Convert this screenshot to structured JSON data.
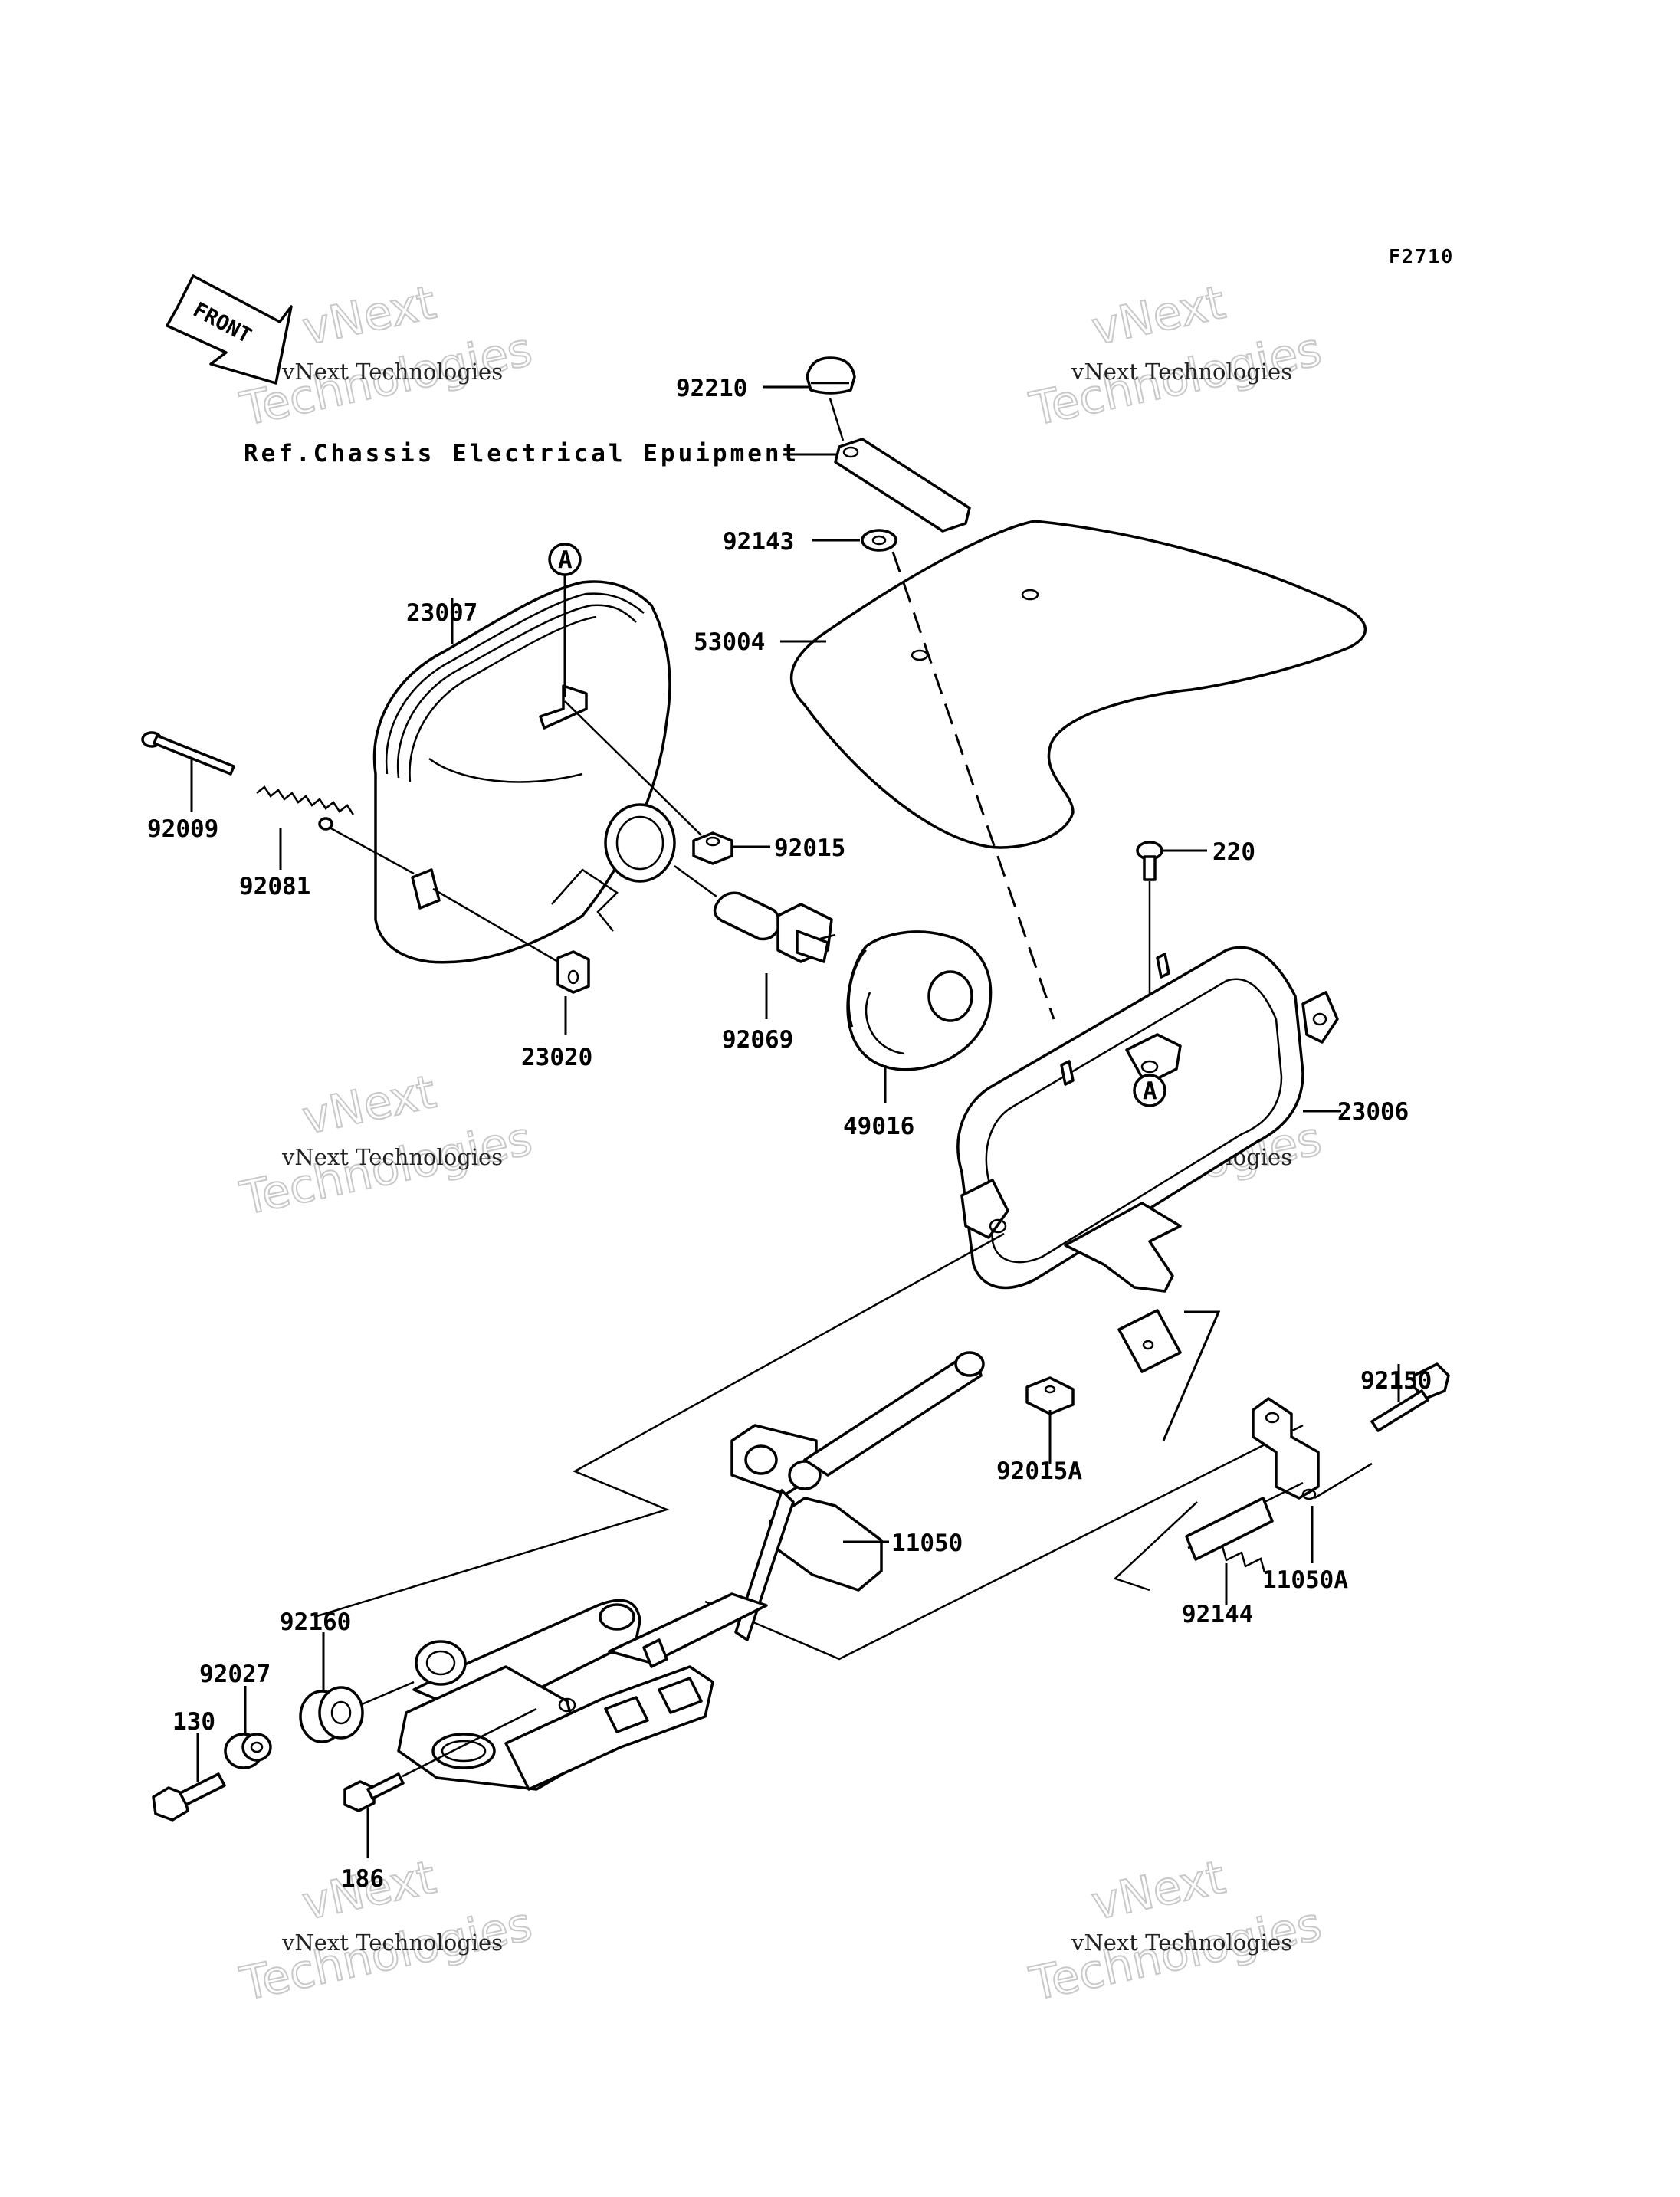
{
  "figure_code": "F2710",
  "front_label": "FRONT",
  "reference_note": "Ref.Chassis Electrical Epuipment",
  "watermark": {
    "line1": "vNext Technologies",
    "line2": "vNext",
    "line3": "Technologies"
  },
  "callout_marker": "A",
  "part_labels": {
    "p92210": "92210",
    "p92143": "92143",
    "p53004": "53004",
    "p23007": "23007",
    "p92009": "92009",
    "p92081": "92081",
    "p92015": "92015",
    "p220": "220",
    "p23020": "23020",
    "p92069": "92069",
    "p49016": "49016",
    "p23006": "23006",
    "p92015A": "92015A",
    "p92150": "92150",
    "p11050": "11050",
    "p11050A": "11050A",
    "p92144": "92144",
    "p92160": "92160",
    "p92027": "92027",
    "p130": "130",
    "p186": "186"
  }
}
